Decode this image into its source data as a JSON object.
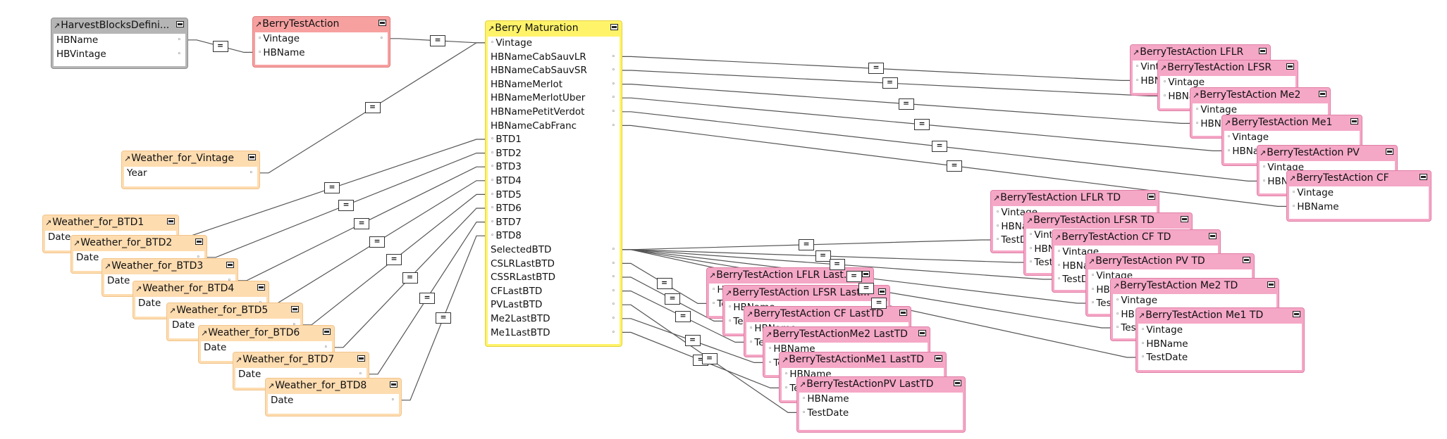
{
  "tables": [
    {
      "id": "t_hb",
      "title": "HarvestBlocksDefini...",
      "color": "gray",
      "fields": [
        {
          "name": "HBName",
          "dot": "right"
        },
        {
          "name": "HBVintage",
          "dot": "right"
        }
      ]
    },
    {
      "id": "t_bta",
      "title": "BerryTestAction",
      "color": "red",
      "fields": [
        {
          "name": "Vintage",
          "dot": "both"
        },
        {
          "name": "HBName",
          "dot": "left"
        }
      ]
    },
    {
      "id": "t_wv",
      "title": "Weather_for_Vintage",
      "color": "orange",
      "fields": [
        {
          "name": "Year",
          "dot": "right"
        }
      ]
    },
    {
      "id": "t_bm",
      "title": "Berry Maturation",
      "color": "yellow",
      "fields": [
        {
          "name": "Vintage",
          "dot": "left"
        },
        {
          "name": "HBNameCabSauvLR",
          "dot": "right"
        },
        {
          "name": "HBNameCabSauvSR",
          "dot": "right"
        },
        {
          "name": "HBNameMerlot",
          "dot": "right"
        },
        {
          "name": "HBNameMerlotUber",
          "dot": "right"
        },
        {
          "name": "HBNamePetitVerdot",
          "dot": "right"
        },
        {
          "name": "HBNameCabFranc",
          "dot": "right"
        },
        {
          "name": "BTD1",
          "dot": "left"
        },
        {
          "name": "BTD2",
          "dot": "left"
        },
        {
          "name": "BTD3",
          "dot": "left"
        },
        {
          "name": "BTD4",
          "dot": "left"
        },
        {
          "name": "BTD5",
          "dot": "left"
        },
        {
          "name": "BTD6",
          "dot": "left"
        },
        {
          "name": "BTD7",
          "dot": "left"
        },
        {
          "name": "BTD8",
          "dot": "left"
        },
        {
          "name": "SelectedBTD",
          "dot": "right"
        },
        {
          "name": "CSLRLastBTD",
          "dot": "right"
        },
        {
          "name": "CSSRLastBTD",
          "dot": "right"
        },
        {
          "name": "CFLastBTD",
          "dot": "right"
        },
        {
          "name": "PVLastBTD",
          "dot": "right"
        },
        {
          "name": "Me2LastBTD",
          "dot": "right"
        },
        {
          "name": "Me1LastBTD",
          "dot": "right"
        }
      ]
    },
    {
      "id": "t_w1",
      "title": "Weather_for_BTD1",
      "color": "orange",
      "fields": [
        {
          "name": "Date",
          "dot": "right"
        }
      ]
    },
    {
      "id": "t_w2",
      "title": "Weather_for_BTD2",
      "color": "orange",
      "fields": [
        {
          "name": "Date",
          "dot": "right"
        }
      ]
    },
    {
      "id": "t_w3",
      "title": "Weather_for_BTD3",
      "color": "orange",
      "fields": [
        {
          "name": "Date",
          "dot": "right"
        }
      ]
    },
    {
      "id": "t_w4",
      "title": "Weather_for_BTD4",
      "color": "orange",
      "fields": [
        {
          "name": "Date",
          "dot": "right"
        }
      ]
    },
    {
      "id": "t_w5",
      "title": "Weather_for_BTD5",
      "color": "orange",
      "fields": [
        {
          "name": "Date",
          "dot": "right"
        }
      ]
    },
    {
      "id": "t_w6",
      "title": "Weather_for_BTD6",
      "color": "orange",
      "fields": [
        {
          "name": "Date",
          "dot": "right"
        }
      ]
    },
    {
      "id": "t_w7",
      "title": "Weather_for_BTD7",
      "color": "orange",
      "fields": [
        {
          "name": "Date",
          "dot": "right"
        }
      ]
    },
    {
      "id": "t_w8",
      "title": "Weather_for_BTD8",
      "color": "orange",
      "fields": [
        {
          "name": "Date",
          "dot": "right"
        }
      ]
    },
    {
      "id": "t_lflr",
      "title": "BerryTestAction LFLR",
      "color": "pink",
      "fields": [
        {
          "name": "Vintage",
          "dot": "left"
        },
        {
          "name": "HBName",
          "dot": "left"
        }
      ]
    },
    {
      "id": "t_lfsr",
      "title": "BerryTestAction LFSR",
      "color": "pink",
      "fields": [
        {
          "name": "Vintage",
          "dot": "left"
        },
        {
          "name": "HBName",
          "dot": "left"
        }
      ]
    },
    {
      "id": "t_me2",
      "title": "BerryTestAction Me2",
      "color": "pink",
      "fields": [
        {
          "name": "Vintage",
          "dot": "left"
        },
        {
          "name": "HBName",
          "dot": "left"
        }
      ]
    },
    {
      "id": "t_me1",
      "title": "BerryTestAction Me1",
      "color": "pink",
      "fields": [
        {
          "name": "Vintage",
          "dot": "left"
        },
        {
          "name": "HBName",
          "dot": "left"
        }
      ]
    },
    {
      "id": "t_pv",
      "title": "BerryTestAction PV",
      "color": "pink",
      "fields": [
        {
          "name": "Vintage",
          "dot": "left"
        },
        {
          "name": "HBName",
          "dot": "left"
        }
      ]
    },
    {
      "id": "t_cf",
      "title": "BerryTestAction CF",
      "color": "pink",
      "fields": [
        {
          "name": "Vintage",
          "dot": "left"
        },
        {
          "name": "HBName",
          "dot": "left"
        }
      ]
    },
    {
      "id": "t_lflrtd",
      "title": "BerryTestAction LFLR TD",
      "color": "pink",
      "fields": [
        {
          "name": "Vintage",
          "dot": "left"
        },
        {
          "name": "HBName",
          "dot": "left"
        },
        {
          "name": "TestDate",
          "dot": "left"
        }
      ]
    },
    {
      "id": "t_lfsrtd",
      "title": "BerryTestAction LFSR TD",
      "color": "pink",
      "fields": [
        {
          "name": "Vintage",
          "dot": "left"
        },
        {
          "name": "HBName",
          "dot": "left"
        },
        {
          "name": "TestDate",
          "dot": "left"
        }
      ]
    },
    {
      "id": "t_cftd",
      "title": "BerryTestAction CF TD",
      "color": "pink",
      "fields": [
        {
          "name": "Vintage",
          "dot": "left"
        },
        {
          "name": "HBName",
          "dot": "left"
        },
        {
          "name": "TestDate",
          "dot": "left"
        }
      ]
    },
    {
      "id": "t_pvtd",
      "title": "BerryTestAction PV TD",
      "color": "pink",
      "fields": [
        {
          "name": "Vintage",
          "dot": "left"
        },
        {
          "name": "HBName",
          "dot": "left"
        },
        {
          "name": "TestDate",
          "dot": "left"
        }
      ]
    },
    {
      "id": "t_me2td",
      "title": "BerryTestAction Me2 TD",
      "color": "pink",
      "fields": [
        {
          "name": "Vintage",
          "dot": "left"
        },
        {
          "name": "HBName",
          "dot": "left"
        },
        {
          "name": "TestDate",
          "dot": "left"
        }
      ]
    },
    {
      "id": "t_me1td",
      "title": "BerryTestAction Me1 TD",
      "color": "pink",
      "fields": [
        {
          "name": "Vintage",
          "dot": "left"
        },
        {
          "name": "HBName",
          "dot": "left"
        },
        {
          "name": "TestDate",
          "dot": "left"
        }
      ]
    },
    {
      "id": "t_lflrl",
      "title": "BerryTestAction LFLR Last...",
      "color": "pink",
      "fields": [
        {
          "name": "HBName",
          "dot": "left"
        },
        {
          "name": "TestDate",
          "dot": "left"
        }
      ]
    },
    {
      "id": "t_lfsrl",
      "title": "BerryTestAction LFSR Last...",
      "color": "pink",
      "fields": [
        {
          "name": "HBName",
          "dot": "left"
        },
        {
          "name": "TestDate",
          "dot": "left"
        }
      ]
    },
    {
      "id": "t_cfl",
      "title": "BerryTestAction CF LastTD",
      "color": "pink",
      "fields": [
        {
          "name": "HBName",
          "dot": "left"
        },
        {
          "name": "TestDate",
          "dot": "left"
        }
      ]
    },
    {
      "id": "t_me2l",
      "title": "BerryTestActionMe2 LastTD",
      "color": "pink",
      "fields": [
        {
          "name": "HBName",
          "dot": "left"
        },
        {
          "name": "TestDate",
          "dot": "left"
        }
      ]
    },
    {
      "id": "t_me1l",
      "title": "BerryTestActionMe1 LastTD",
      "color": "pink",
      "fields": [
        {
          "name": "HBName",
          "dot": "left"
        },
        {
          "name": "TestDate",
          "dot": "left"
        }
      ]
    },
    {
      "id": "t_pvl",
      "title": "BerryTestActionPV LastTD",
      "color": "pink",
      "fields": [
        {
          "name": "HBName",
          "dot": "left"
        },
        {
          "name": "TestDate",
          "dot": "left"
        }
      ]
    }
  ],
  "relationships": [
    {
      "from": "t_hb",
      "from_field": "HBName",
      "to": "t_bta",
      "to_field": "HBName",
      "operator": "="
    },
    {
      "from": "t_bta",
      "from_field": "Vintage",
      "to": "t_bm",
      "to_field": "Vintage",
      "operator": "="
    },
    {
      "from": "t_wv",
      "from_field": "Year",
      "to": "t_bm",
      "to_field": "Vintage",
      "operator": "="
    },
    {
      "from": "t_w1",
      "from_field": "Date",
      "to": "t_bm",
      "to_field": "BTD1",
      "operator": "="
    },
    {
      "from": "t_w2",
      "from_field": "Date",
      "to": "t_bm",
      "to_field": "BTD2",
      "operator": "="
    },
    {
      "from": "t_w3",
      "from_field": "Date",
      "to": "t_bm",
      "to_field": "BTD3",
      "operator": "="
    },
    {
      "from": "t_w4",
      "from_field": "Date",
      "to": "t_bm",
      "to_field": "BTD4",
      "operator": "="
    },
    {
      "from": "t_w5",
      "from_field": "Date",
      "to": "t_bm",
      "to_field": "BTD5",
      "operator": "="
    },
    {
      "from": "t_w6",
      "from_field": "Date",
      "to": "t_bm",
      "to_field": "BTD6",
      "operator": "="
    },
    {
      "from": "t_w7",
      "from_field": "Date",
      "to": "t_bm",
      "to_field": "BTD7",
      "operator": "="
    },
    {
      "from": "t_w8",
      "from_field": "Date",
      "to": "t_bm",
      "to_field": "BTD8",
      "operator": "="
    },
    {
      "from": "t_bm",
      "from_field": "HBNameCabSauvLR",
      "to": "t_lflr",
      "to_field": "HBName",
      "operator": "="
    },
    {
      "from": "t_bm",
      "from_field": "HBNameCabSauvSR",
      "to": "t_lfsr",
      "to_field": "HBName",
      "operator": "="
    },
    {
      "from": "t_bm",
      "from_field": "HBNameMerlot",
      "to": "t_me2",
      "to_field": "HBName",
      "operator": "="
    },
    {
      "from": "t_bm",
      "from_field": "HBNameMerlotUber",
      "to": "t_me1",
      "to_field": "HBName",
      "operator": "="
    },
    {
      "from": "t_bm",
      "from_field": "HBNamePetitVerdot",
      "to": "t_pv",
      "to_field": "HBName",
      "operator": "="
    },
    {
      "from": "t_bm",
      "from_field": "HBNameCabFranc",
      "to": "t_cf",
      "to_field": "HBName",
      "operator": "="
    },
    {
      "from": "t_bm",
      "from_field": "SelectedBTD",
      "to": "t_lflrtd",
      "to_field": "TestDate",
      "operator": "="
    },
    {
      "from": "t_bm",
      "from_field": "SelectedBTD",
      "to": "t_lfsrtd",
      "to_field": "TestDate",
      "operator": "="
    },
    {
      "from": "t_bm",
      "from_field": "SelectedBTD",
      "to": "t_cftd",
      "to_field": "TestDate",
      "operator": "="
    },
    {
      "from": "t_bm",
      "from_field": "SelectedBTD",
      "to": "t_pvtd",
      "to_field": "TestDate",
      "operator": "="
    },
    {
      "from": "t_bm",
      "from_field": "SelectedBTD",
      "to": "t_me2td",
      "to_field": "TestDate",
      "operator": "="
    },
    {
      "from": "t_bm",
      "from_field": "SelectedBTD",
      "to": "t_me1td",
      "to_field": "TestDate",
      "operator": "="
    },
    {
      "from": "t_bm",
      "from_field": "CSLRLastBTD",
      "to": "t_lflrl",
      "to_field": "TestDate",
      "operator": "="
    },
    {
      "from": "t_bm",
      "from_field": "CSSRLastBTD",
      "to": "t_lfsrl",
      "to_field": "TestDate",
      "operator": "="
    },
    {
      "from": "t_bm",
      "from_field": "CFLastBTD",
      "to": "t_cfl",
      "to_field": "TestDate",
      "operator": "="
    },
    {
      "from": "t_bm",
      "from_field": "Me2LastBTD",
      "to": "t_me2l",
      "to_field": "TestDate",
      "operator": "="
    },
    {
      "from": "t_bm",
      "from_field": "Me1LastBTD",
      "to": "t_me1l",
      "to_field": "TestDate",
      "operator": "="
    },
    {
      "from": "t_bm",
      "from_field": "PVLastBTD",
      "to": "t_pvl",
      "to_field": "TestDate",
      "operator": "="
    }
  ]
}
